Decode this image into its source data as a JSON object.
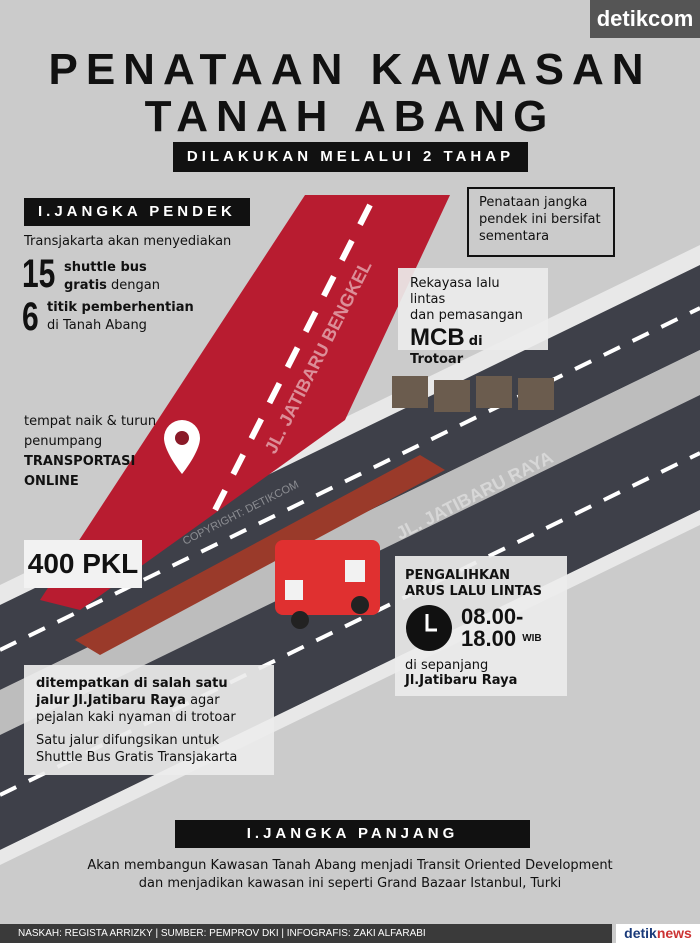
{
  "brand": "detikcom",
  "title_line1": "PENATAAN KAWASAN",
  "title_line2": "TANAH ABANG",
  "subtitle": "DILAKUKAN MELALUI 2 TAHAP",
  "short_term": {
    "heading": "I.JANGKA PENDEK",
    "intro": "Transjakarta akan menyediakan",
    "num1": "15",
    "num1_bold": "shuttle bus",
    "num1_bold2": "gratis",
    "num1_rest": "dengan",
    "num2": "6",
    "num2_bold": "titik pemberhentian",
    "num2_rest": "di Tanah Abang"
  },
  "note": "Penataan jangka pendek ini bersifat sementara",
  "mcb": {
    "line1": "Rekayasa lalu lintas",
    "line2": "dan pemasangan",
    "big": "MCB",
    "rest": "di Trotoar"
  },
  "pickup": {
    "line1": "tempat naik & turun",
    "line2": "penumpang",
    "bold1": "TRANSPORTASI",
    "bold2": "ONLINE"
  },
  "roads": {
    "bengkel": "JL. JATIBARU BENGKEL",
    "raya": "JL. JATIBARU RAYA",
    "copyright": "COPYRIGHT: DETIKCOM"
  },
  "pkl": {
    "label": "400 PKL",
    "bold": "ditempatkan di salah satu jalur",
    "bold2": "Jl.Jatibaru Raya",
    "rest": "agar pejalan kaki nyaman di trotoar",
    "line2": "Satu  jalur difungsikan untuk",
    "line3": "Shuttle Bus Gratis Transjakarta"
  },
  "traffic": {
    "line1": "PENGALIHKAN",
    "line2": "ARUS LALU LINTAS",
    "time1": "08.00-",
    "time2": "18.00",
    "tz": "WIB",
    "along": "di sepanjang",
    "street": "Jl.Jatibaru Raya"
  },
  "long_term": {
    "heading": "I.JANGKA PANJANG",
    "line1": "Akan membangun Kawasan Tanah Abang menjadi Transit Oriented Development",
    "line2": "dan menjadikan kawasan ini seperti Grand Bazaar Istanbul, Turki"
  },
  "footer": {
    "credits": "NASKAH: REGISTA ARRIZKY | SUMBER: PEMPROV DKI | INFOGRAFIS: ZAKI ALFARABI",
    "brand1": "detik",
    "brand2": "news"
  },
  "colors": {
    "red": "#b81c30",
    "road": "#3e4049",
    "bg": "#cbcbcb"
  }
}
